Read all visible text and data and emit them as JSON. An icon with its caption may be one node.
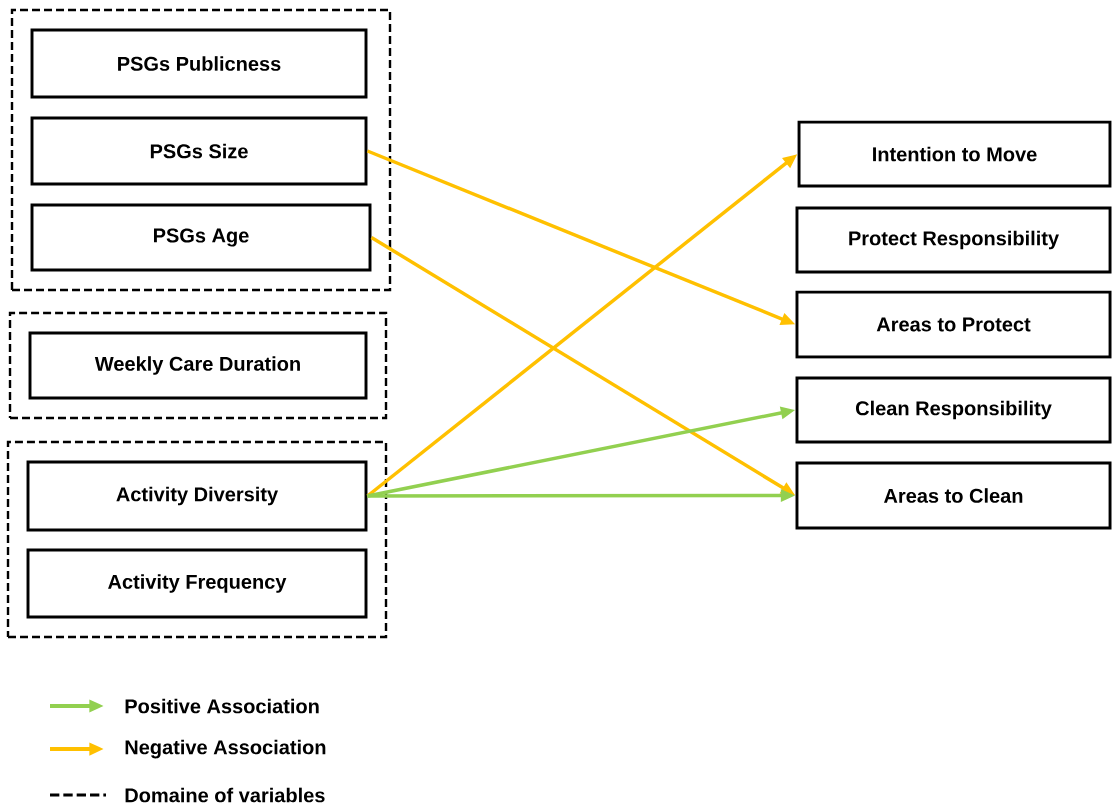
{
  "diagram": {
    "nodes": [
      {
        "text": [],
        "shape": "box"
      },
      {
        "text": [
          "PSGs Publicness"
        ],
        "in": 0
      },
      {
        "text": [
          "PSGs Size"
        ],
        "in": 0
      },
      {
        "text": [
          "PSGs Age"
        ],
        "in": 0
      },
      {
        "text": [],
        "shape": "box"
      },
      {
        "text": [
          "Weekly Care Duration"
        ],
        "in": 4
      },
      {
        "text": [],
        "shape": "box"
      },
      {
        "text": [
          "Activity Diversity"
        ],
        "in": 6
      },
      {
        "text": [
          "Activity Frequency"
        ],
        "in": 6
      },
      {
        "text": [
          "Intention to Move"
        ]
      },
      {
        "text": [
          "Protect Responsibility"
        ]
      },
      {
        "text": [
          "Areas to Protect"
        ]
      },
      {
        "text": [
          "Clean Responsibility"
        ]
      },
      {
        "text": [
          "Areas to Clean"
        ]
      }
    ],
    "edges": [
      {
        "from": 2,
        "to": 11,
        "arrow": "to"
      },
      {
        "from": 3,
        "to": 13,
        "arrow": "to"
      },
      {
        "from": 7,
        "to": 9,
        "arrow": "to"
      },
      {
        "from": 7,
        "to": 12,
        "arrow": "to",
        "color": "#92d050"
      },
      {
        "from": 7,
        "to": 13,
        "arrow": "to",
        "color": "#92d050"
      }
    ],
    "legend": [
      {
        "text": "Positive Association",
        "color": "#92d050"
      },
      {
        "text": "Negative Association",
        "color": "#ffc000"
      },
      {
        "text": "Domaine of variables"
      }
    ]
  }
}
